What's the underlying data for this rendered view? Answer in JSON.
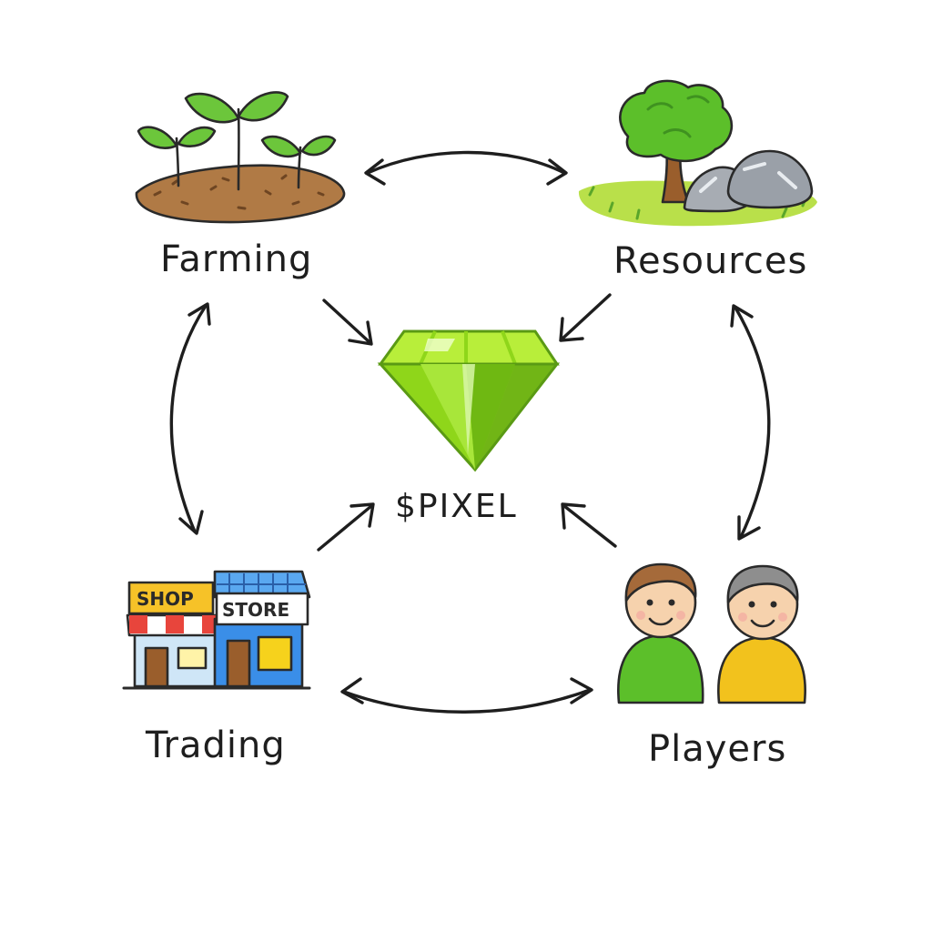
{
  "diagram": {
    "center": {
      "label": "$PIXEL",
      "icon": "pixel-gem-icon",
      "color": "#8fd61a"
    },
    "nodes": [
      {
        "id": "farming",
        "label": "Farming",
        "icon": "sprouts-icon",
        "color": "#5cbf2a"
      },
      {
        "id": "resources",
        "label": "Resources",
        "icon": "tree-rocks-icon",
        "color": "#58b82b"
      },
      {
        "id": "trading",
        "label": "Trading",
        "icon": "shop-store-icon",
        "color": "#3a8ee8"
      },
      {
        "id": "players",
        "label": "Players",
        "icon": "two-players-icon",
        "color": "#f2c21d"
      }
    ],
    "shop_sign": "SHOP",
    "store_sign": "STORE",
    "edges": [
      {
        "from": "farming",
        "to": "resources",
        "direction": "both"
      },
      {
        "from": "farming",
        "to": "trading",
        "direction": "both"
      },
      {
        "from": "resources",
        "to": "players",
        "direction": "both"
      },
      {
        "from": "trading",
        "to": "players",
        "direction": "both"
      },
      {
        "from": "farming",
        "to": "$PIXEL",
        "direction": "to"
      },
      {
        "from": "resources",
        "to": "$PIXEL",
        "direction": "to"
      },
      {
        "from": "trading",
        "to": "$PIXEL",
        "direction": "to"
      },
      {
        "from": "players",
        "to": "$PIXEL",
        "direction": "to"
      }
    ]
  }
}
